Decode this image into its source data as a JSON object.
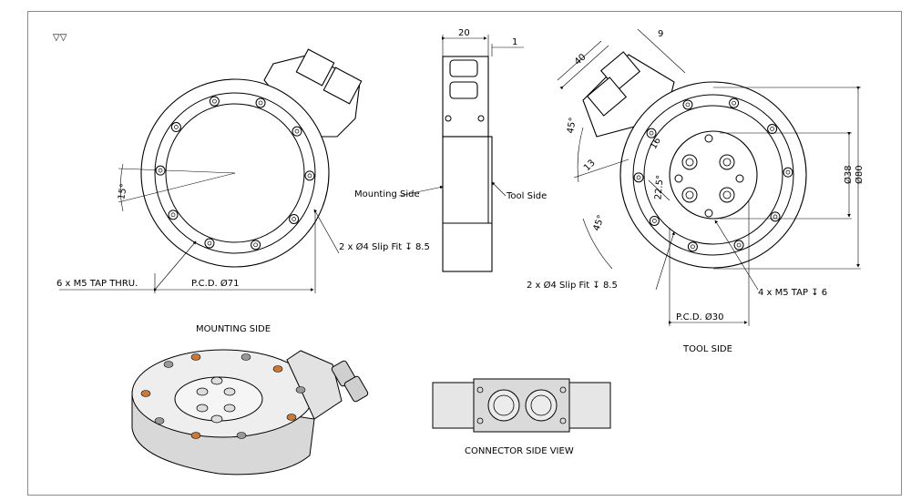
{
  "surface_symbol": "▽▽",
  "callouts": {
    "tap_thru": "6 x M5 TAP THRU.",
    "pcd71": "P.C.D. Ø71",
    "slipfit_mount": "2 x Ø4 Slip Fit ↧ 8.5",
    "slipfit_tool": "2 x Ø4 Slip Fit ↧ 8.5",
    "m5_tap": "4 x  M5 TAP ↧ 6",
    "pcd30": "P.C.D. Ø30",
    "mounting_side_arrow": "Mounting Side",
    "tool_side_arrow": "Tool Side"
  },
  "dimensions": {
    "d15": "15°",
    "d20": "20",
    "d1": "1",
    "d40": "40",
    "d9": "9",
    "d45a": "45°",
    "d16": "16",
    "d13": "13",
    "d22_5": "22.5°",
    "d45b": "45°",
    "d38": "Ø38",
    "d80": "Ø80"
  },
  "captions": {
    "mounting": "MOUNTING SIDE",
    "tool": "TOOL SIDE",
    "connector": "CONNECTOR SIDE VIEW"
  }
}
